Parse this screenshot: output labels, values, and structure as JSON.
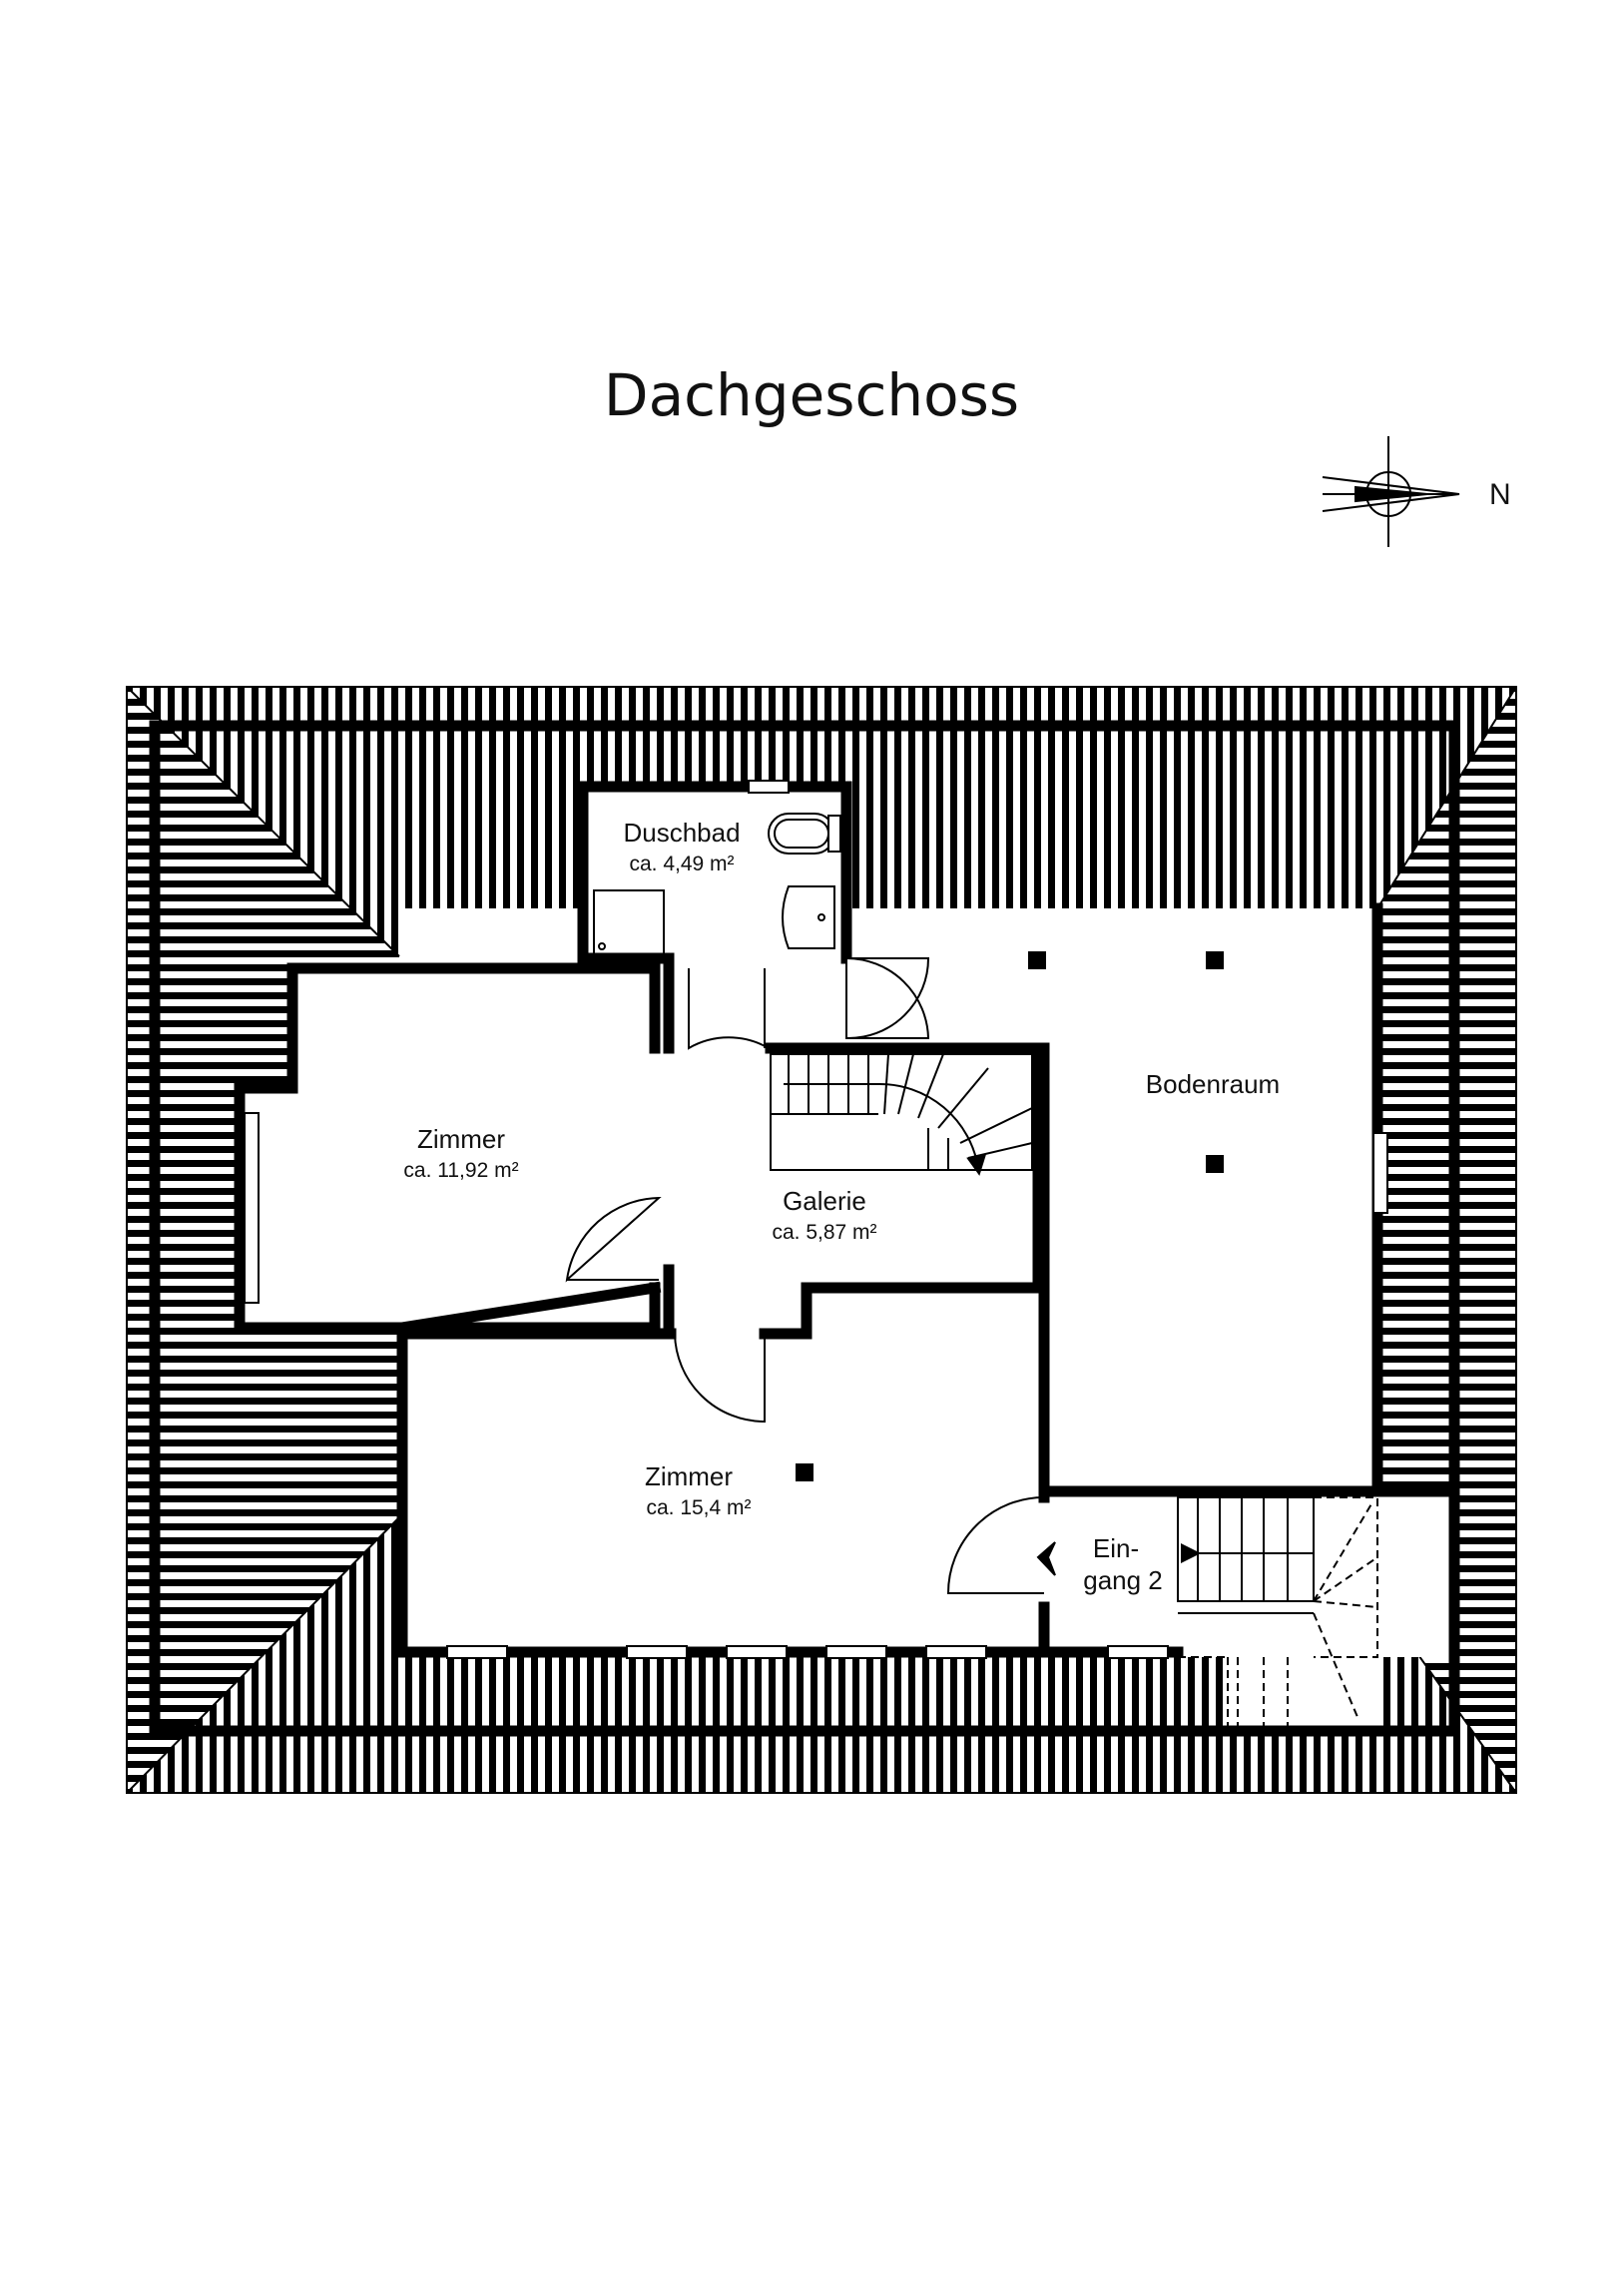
{
  "title": "Dachgeschoss",
  "compass": {
    "label": "N"
  },
  "rooms": [
    {
      "name": "Duschbad",
      "area": "ca. 4,49 m²"
    },
    {
      "name": "Zimmer",
      "area": "ca. 11,92 m²"
    },
    {
      "name": "Galerie",
      "area": "ca. 5,87 m²"
    },
    {
      "name": "Zimmer",
      "area": "ca. 15,4 m²"
    },
    {
      "name": "Bodenraum"
    },
    {
      "name_line1": "Ein-",
      "name_line2": "gang 2"
    }
  ],
  "colors": {
    "walls": "#000000",
    "roof_hatch": "#000000",
    "background": "#ffffff"
  }
}
